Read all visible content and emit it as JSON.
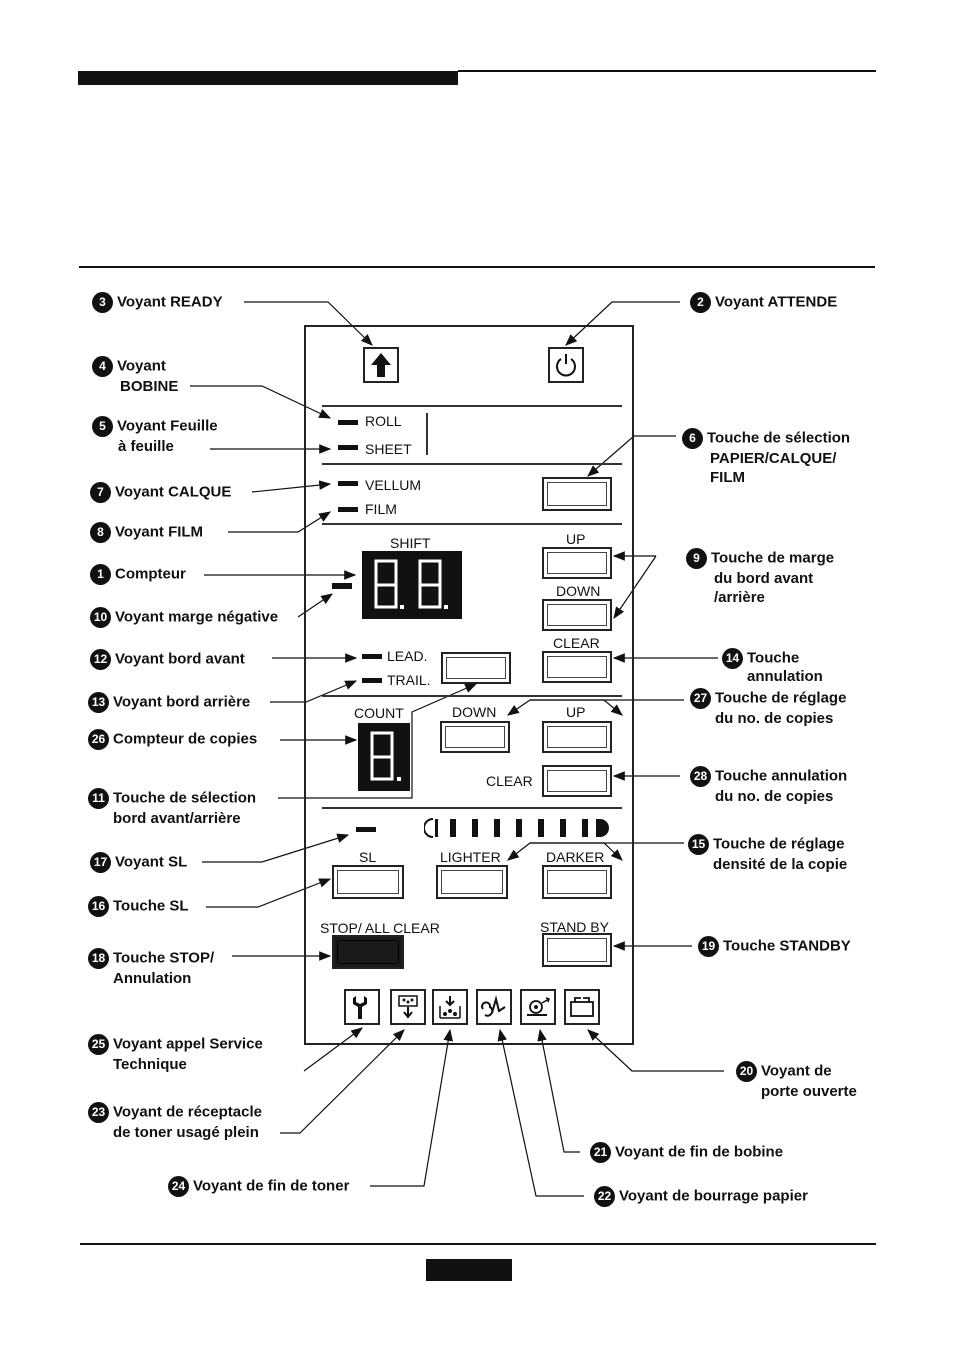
{
  "panel": {
    "roll": "ROLL",
    "sheet": "SHEET",
    "vellum": "VELLUM",
    "film": "FILM",
    "shift": "SHIFT",
    "up": "UP",
    "down": "DOWN",
    "clear": "CLEAR",
    "lead": "LEAD.",
    "trail": "TRAIL.",
    "count": "COUNT",
    "sl": "SL",
    "lighter": "LIGHTER",
    "darker": "DARKER",
    "stop_all_clear": "STOP/ ALL CLEAR",
    "stand_by": "STAND BY",
    "shift_display": "8.8.",
    "count_display": "8."
  },
  "labels": [
    {
      "n": "3",
      "text": "Voyant READY"
    },
    {
      "n": "2",
      "text": "Voyant ATTENDE"
    },
    {
      "n": "4",
      "text": "Voyant",
      "text2": "BOBINE"
    },
    {
      "n": "5",
      "text": "Voyant Feuille",
      "text2": "à feuille"
    },
    {
      "n": "6",
      "text": "Touche de sélection",
      "text2": "PAPIER/CALQUE/",
      "text3": "FILM"
    },
    {
      "n": "7",
      "text": "Voyant CALQUE"
    },
    {
      "n": "8",
      "text": "Voyant FILM"
    },
    {
      "n": "9",
      "text": "Touche de marge",
      "text2": "du bord avant",
      "text3": "/arrière"
    },
    {
      "n": "1",
      "text": "Compteur"
    },
    {
      "n": "10",
      "text": "Voyant marge négative"
    },
    {
      "n": "12",
      "text": "Voyant bord avant"
    },
    {
      "n": "14",
      "text": "Touche",
      "text2": "annulation"
    },
    {
      "n": "13",
      "text": "Voyant bord arrière"
    },
    {
      "n": "27",
      "text": "Touche de réglage",
      "text2": "du no. de copies"
    },
    {
      "n": "26",
      "text": "Compteur de copies"
    },
    {
      "n": "28",
      "text": "Touche annulation",
      "text2": "du no. de copies"
    },
    {
      "n": "11",
      "text": "Touche de sélection",
      "text2": "bord avant/arrière"
    },
    {
      "n": "15",
      "text": "Touche de réglage",
      "text2": "densité de la copie"
    },
    {
      "n": "17",
      "text": "Voyant SL"
    },
    {
      "n": "16",
      "text": "Touche SL"
    },
    {
      "n": "18",
      "text": "Touche STOP/",
      "text2": "Annulation"
    },
    {
      "n": "19",
      "text": "Touche STANDBY"
    },
    {
      "n": "25",
      "text": "Voyant appel Service",
      "text2": "Technique"
    },
    {
      "n": "20",
      "text": "Voyant de",
      "text2": "porte ouverte"
    },
    {
      "n": "23",
      "text": "Voyant de réceptacle",
      "text2": "de toner usagé plein"
    },
    {
      "n": "21",
      "text": "Voyant de fin de bobine"
    },
    {
      "n": "24",
      "text": "Voyant de fin de toner"
    },
    {
      "n": "22",
      "text": "Voyant de bourrage papier"
    }
  ]
}
